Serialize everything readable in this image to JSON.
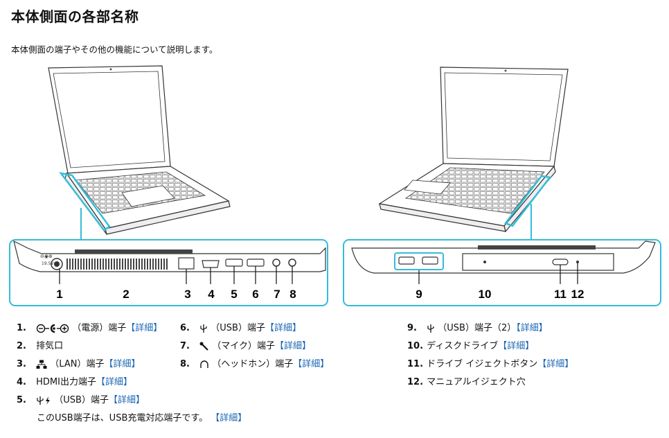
{
  "page": {
    "title": "本体側面の各部名称",
    "intro": "本体側面の端子やその他の機能について説明します。"
  },
  "callouts": {
    "left": [
      "1",
      "2",
      "3",
      "4",
      "5",
      "6",
      "7",
      "8"
    ],
    "right": [
      "9",
      "10",
      "11",
      "12"
    ]
  },
  "items": {
    "i1": {
      "num": "1.",
      "text": "（電源）端子",
      "link": "【詳細】",
      "icon": "dc-power-icon"
    },
    "i2": {
      "num": "2.",
      "text": "排気口"
    },
    "i3": {
      "num": "3.",
      "text": "（LAN）端子",
      "link": "【詳細】",
      "icon": "lan-icon"
    },
    "i4": {
      "num": "4.",
      "text": "HDMI出力端子",
      "link": "【詳細】"
    },
    "i5": {
      "num": "5.",
      "text": "（USB）端子",
      "link": "【詳細】",
      "icon": "usb-charge-icon",
      "note": "このUSB端子は、USB充電対応端子です。",
      "note_link": "【詳細】"
    },
    "i6": {
      "num": "6.",
      "text": "（USB）端子",
      "link": "【詳細】",
      "icon": "usb-icon"
    },
    "i7": {
      "num": "7.",
      "text": "（マイク）端子",
      "link": "【詳細】",
      "icon": "mic-icon"
    },
    "i8": {
      "num": "8.",
      "text": "（ヘッドホン）端子",
      "link": "【詳細】",
      "icon": "headphone-icon"
    },
    "i9": {
      "num": "9.",
      "text": "（USB）端子（2）",
      "link": "【詳細】",
      "icon": "usb-icon"
    },
    "i10": {
      "num": "10.",
      "text": "ディスクドライブ",
      "link": "【詳細】"
    },
    "i11": {
      "num": "11.",
      "text": "ドライブ イジェクトボタン",
      "link": "【詳細】"
    },
    "i12": {
      "num": "12.",
      "text": "マニュアルイジェクト穴"
    }
  }
}
